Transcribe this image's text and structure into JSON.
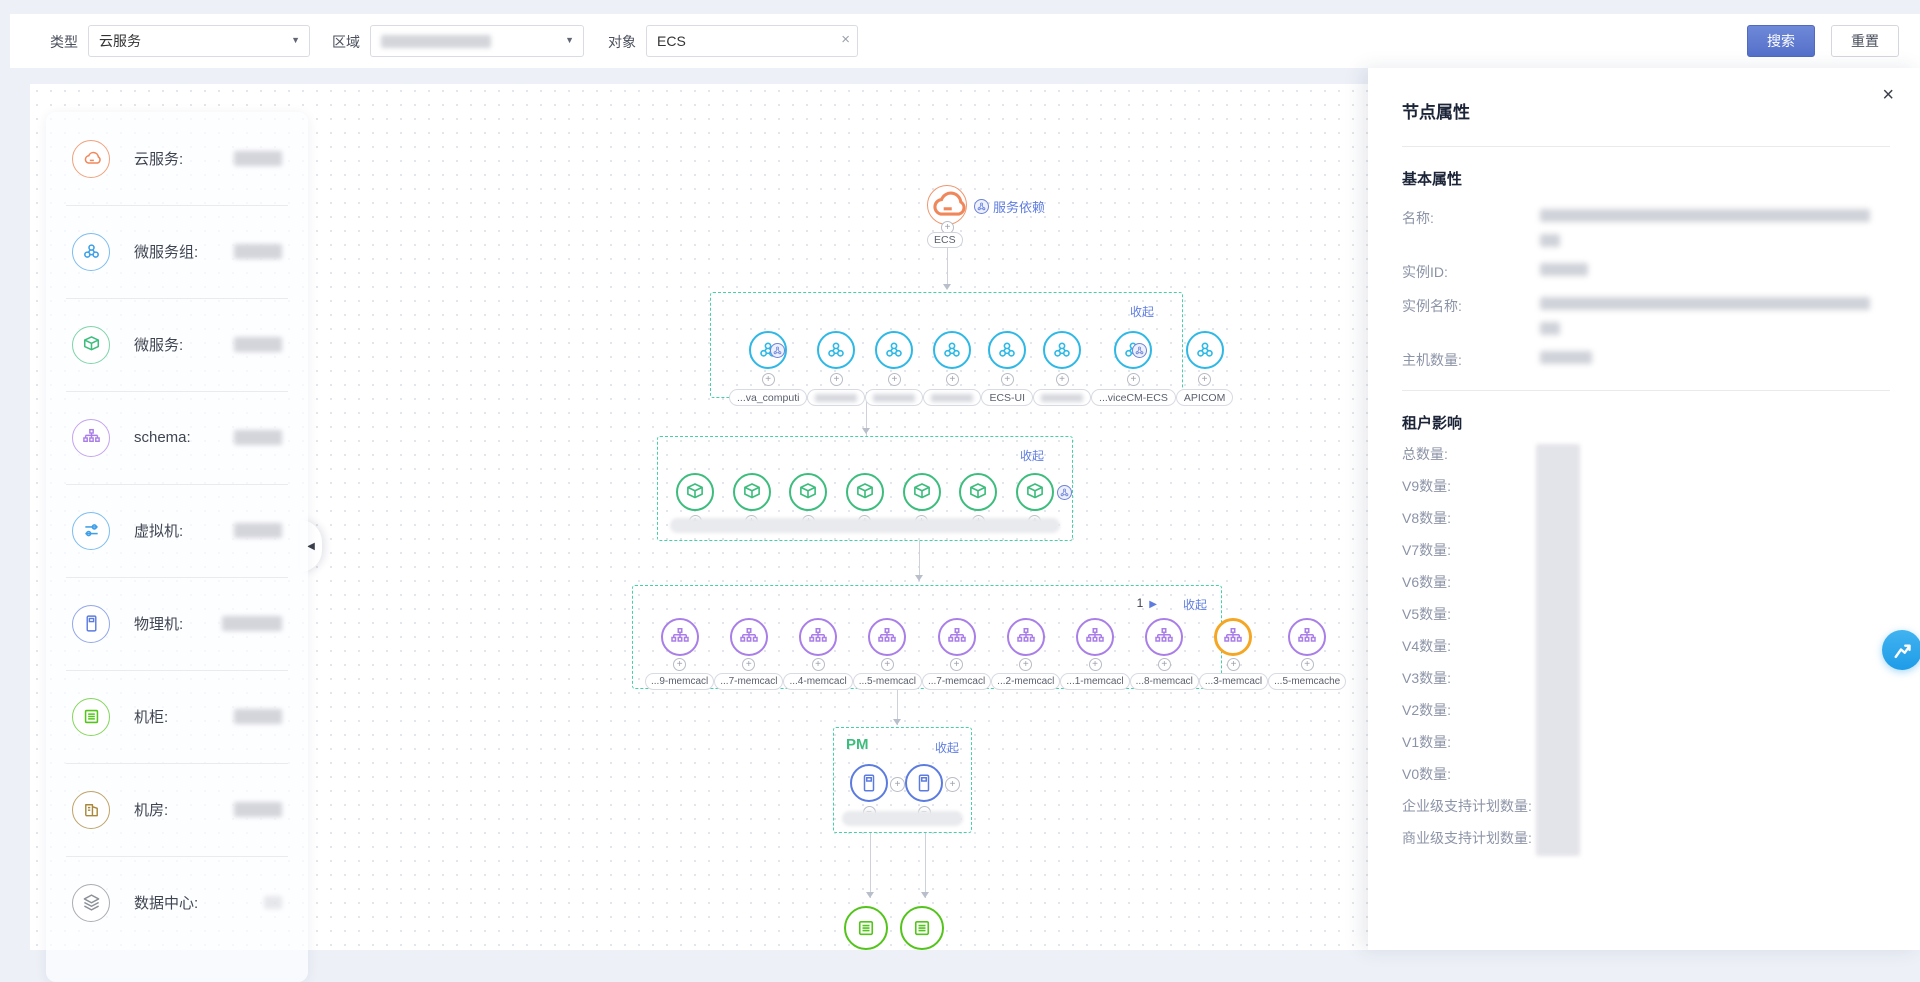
{
  "filters": {
    "type_label": "类型",
    "type_value": "云服务",
    "region_label": "区域",
    "object_label": "对象",
    "object_value": "ECS",
    "search_label": "搜索",
    "reset_label": "重置"
  },
  "sidebar": {
    "items": [
      {
        "label": "云服务:",
        "icon": "cloud-icon"
      },
      {
        "label": "微服务组:",
        "icon": "microservice-group-icon"
      },
      {
        "label": "微服务:",
        "icon": "microservice-icon"
      },
      {
        "label": "schema:",
        "icon": "schema-icon"
      },
      {
        "label": "虚拟机:",
        "icon": "virtual-machine-icon"
      },
      {
        "label": "物理机:",
        "icon": "physical-machine-icon"
      },
      {
        "label": "机柜:",
        "icon": "rack-icon"
      },
      {
        "label": "机房:",
        "icon": "machine-room-icon"
      },
      {
        "label": "数据中心:",
        "icon": "datacenter-icon"
      }
    ]
  },
  "graph": {
    "dependency_label": "服务依赖",
    "root_label": "ECS",
    "collapse_label": "收起",
    "page_number": "1",
    "pm_title": "PM",
    "group1_nodes": [
      {
        "label": "...va_computi",
        "badge": "has-badge"
      },
      {
        "label": ""
      },
      {
        "label": ""
      },
      {
        "label": ""
      },
      {
        "label": "ECS-UI"
      },
      {
        "label": ""
      },
      {
        "label": "...viceCM-ECS",
        "badge": "has-badge"
      },
      {
        "label": "APICOM"
      }
    ],
    "group2_nodes": [
      {},
      {},
      {},
      {},
      {},
      {},
      {
        "badge": "has-badge"
      }
    ],
    "group3_nodes": [
      {
        "label": "...9-memcacl"
      },
      {
        "label": "...7-memcacl"
      },
      {
        "label": "...4-memcacl"
      },
      {
        "label": "...5-memcacl"
      },
      {
        "label": "...7-memcacl"
      },
      {
        "label": "...2-memcacl"
      },
      {
        "label": "...1-memcacl"
      },
      {
        "label": "...8-memcacl"
      },
      {
        "label": "...3-memcacl",
        "ring": "ring-highlight"
      },
      {
        "label": "...5-memcache"
      }
    ],
    "pm_nodes": [
      {},
      {}
    ],
    "rack_nodes": [
      {},
      {}
    ]
  },
  "panel": {
    "title": "节点属性",
    "basic_section": "基本属性",
    "basic_rows": [
      {
        "label": "名称:"
      },
      {
        "label": "实例ID:"
      },
      {
        "label": "实例名称:"
      },
      {
        "label": "主机数量:"
      }
    ],
    "tenant_section": "租户影响",
    "tenant_rows": [
      {
        "label": "总数量:"
      },
      {
        "label": "V9数量:"
      },
      {
        "label": "V8数量:"
      },
      {
        "label": "V7数量:"
      },
      {
        "label": "V6数量:"
      },
      {
        "label": "V5数量:"
      },
      {
        "label": "V4数量:"
      },
      {
        "label": "V3数量:"
      },
      {
        "label": "V2数量:"
      },
      {
        "label": "V1数量:"
      },
      {
        "label": "V0数量:"
      },
      {
        "label": "企业级支持计划数量:"
      },
      {
        "label": "商业级支持计划数量:"
      }
    ]
  },
  "colors": {
    "accent_blue": "#5f7de0",
    "node_cyan": "#2eb8e6",
    "node_green": "#3dbd7d",
    "node_purple": "#a97ee8",
    "node_pm_blue": "#5b7be0",
    "node_rack_green": "#52c41a",
    "cloud_orange": "#f0875a",
    "highlight_ring": "#f5a623",
    "group_border": "#45d1a6",
    "float_button_blue": "#1e9ce8"
  }
}
